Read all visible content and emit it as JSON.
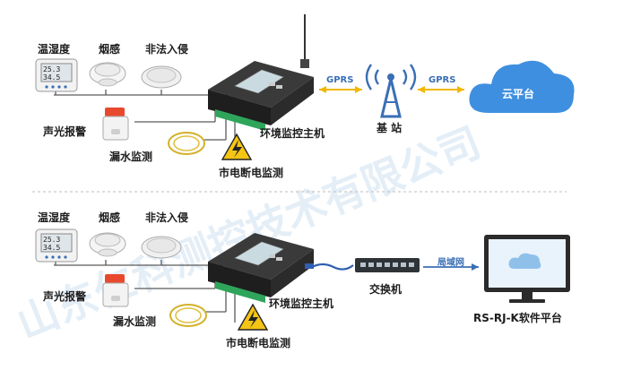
{
  "watermark": "山东仁科测控技术有限公司",
  "top": {
    "sensors": {
      "temp_humidity": "温湿度",
      "smoke": "烟感",
      "intrusion": "非法入侵",
      "alarm": "声光报警",
      "leak": "漏水监测"
    },
    "display": {
      "line1": "25.3",
      "line2": "34.5"
    },
    "host": "环境监控主机",
    "power": "市电断电监测",
    "gprs_left": "GPRS",
    "gprs_right": "GPRS",
    "base_station": "基 站",
    "cloud": "云平台"
  },
  "bottom": {
    "sensors": {
      "temp_humidity": "温湿度",
      "smoke": "烟感",
      "intrusion": "非法入侵",
      "alarm": "声光报警",
      "leak": "漏水监测"
    },
    "display": {
      "line1": "25.3",
      "line2": "34.5"
    },
    "host": "环境监控主机",
    "power": "市电断电监测",
    "switch": "交换机",
    "lan": "局域网",
    "platform": "RS-RJ-K软件平台"
  },
  "colors": {
    "cloud": "#3f8fe0",
    "line": "#5a5a5a",
    "divider": "#bdbdbd",
    "terminal": "#2fa55b",
    "warning": "#f4c515"
  }
}
